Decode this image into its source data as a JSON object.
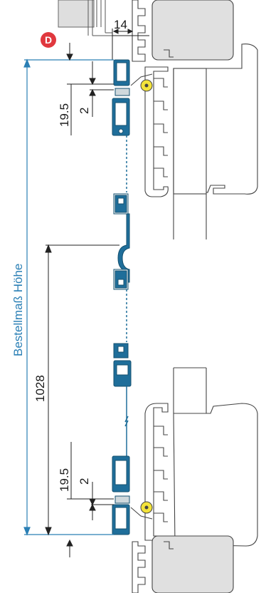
{
  "badge": {
    "letter": "D",
    "color": "#e0383e"
  },
  "dimensions": {
    "top_gap": "14",
    "upper_rail_height": "19.5",
    "upper_rail_gap": "2",
    "lower_rail_height": "19.5",
    "lower_rail_gap": "2",
    "handle_height": "1028",
    "order_height_label": "Bestellmaß Höhe"
  },
  "colors": {
    "profile": "#1f6e9a",
    "profile_dark": "#14506f",
    "frame_fill": "#dcdcdc",
    "frame_stroke": "#666666",
    "wall_fill": "#ffffff",
    "hinge_yellow": "#f3e33a",
    "dimension_blue": "#2a7fb5"
  }
}
